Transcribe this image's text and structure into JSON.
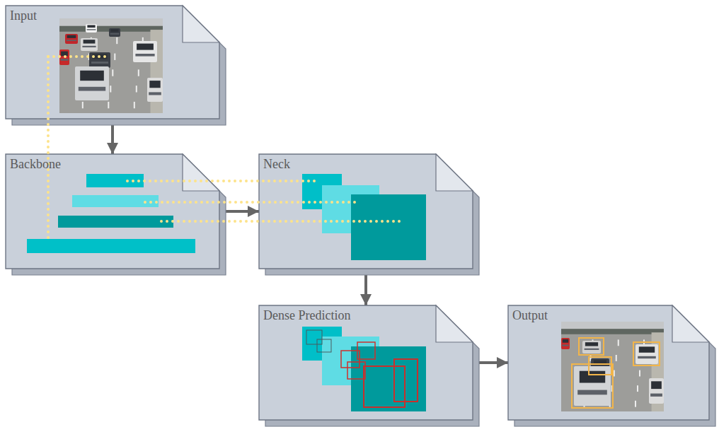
{
  "diagram": {
    "nodes": [
      {
        "text": [
          "Input"
        ]
      },
      {
        "text": [
          "Backbone"
        ]
      },
      {
        "text": [
          "Neck"
        ]
      },
      {
        "text": [
          "Dense Prediction"
        ]
      },
      {
        "text": [
          "Output"
        ]
      }
    ],
    "edges": [
      {
        "from": 0,
        "to": 1,
        "arrow": "to"
      },
      {
        "from": 1,
        "to": 2,
        "arrow": "to"
      },
      {
        "from": 2,
        "to": 3,
        "arrow": "to"
      },
      {
        "from": 3,
        "to": 4,
        "arrow": "to"
      }
    ]
  }
}
